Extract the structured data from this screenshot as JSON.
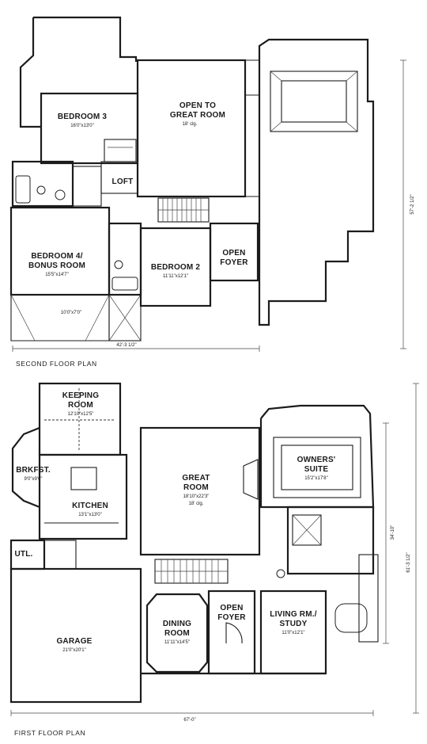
{
  "second_floor": {
    "caption": "SECOND FLOOR PLAN",
    "width_dim": "42'-3 1/2\"",
    "depth_dim": "57'-2 1/2\"",
    "rooms": {
      "bedroom3": {
        "name": "BEDROOM 3",
        "size": "16'0\"x13'0\""
      },
      "open_great": {
        "name1": "OPEN TO",
        "name2": "GREAT ROOM",
        "size": "18' clg."
      },
      "loft": {
        "name": "LOFT"
      },
      "bedroom4": {
        "name1": "BEDROOM 4/",
        "name2": "BONUS ROOM",
        "size": "15'5\"x14'7\""
      },
      "bedroom2": {
        "name": "BEDROOM 2",
        "size": "11'11\"x12'1\""
      },
      "open_foyer": {
        "name1": "OPEN",
        "name2": "FOYER"
      },
      "closet_dim": "10'0\"x7'0\""
    }
  },
  "first_floor": {
    "caption": "FIRST FLOOR PLAN",
    "width_dim": "67'-0\"",
    "depth_dim": "61'-3 1/2\"",
    "inner_dim": "34'-10\"",
    "rooms": {
      "keeping": {
        "name1": "KEEPING",
        "name2": "ROOM",
        "size": "12'10\"x12'5\""
      },
      "brkfst": {
        "name": "BRKFST.",
        "size": "9'0\"x9'0\""
      },
      "kitchen": {
        "name": "KITCHEN",
        "size": "13'1\"x13'0\""
      },
      "great": {
        "name1": "GREAT",
        "name2": "ROOM",
        "size": "18'10\"x22'3\"",
        "note": "18' clg."
      },
      "owners": {
        "name1": "OWNERS'",
        "name2": "SUITE",
        "size": "15'2\"x17'8\""
      },
      "utl": {
        "name": "UTL."
      },
      "garage": {
        "name": "GARAGE",
        "size": "21'0\"x20'1\""
      },
      "dining": {
        "name1": "DINING",
        "name2": "ROOM",
        "size": "11'11\"x14'5\""
      },
      "open_foyer": {
        "name1": "OPEN",
        "name2": "FOYER"
      },
      "living": {
        "name1": "LIVING RM./",
        "name2": "STUDY",
        "size": "11'0\"x12'1\""
      }
    }
  }
}
